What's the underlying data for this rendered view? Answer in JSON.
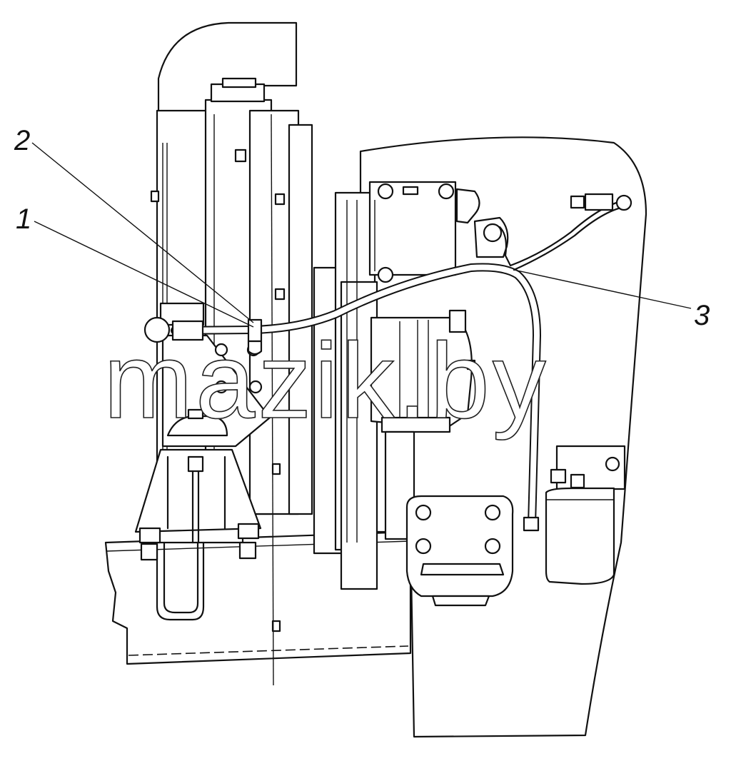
{
  "diagram": {
    "watermark": "mazik.by",
    "callouts": [
      {
        "id": "1",
        "text": "1"
      },
      {
        "id": "2",
        "text": "2"
      },
      {
        "id": "3",
        "text": "3"
      }
    ]
  },
  "colors": {
    "line": "#111111",
    "background": "#ffffff"
  }
}
